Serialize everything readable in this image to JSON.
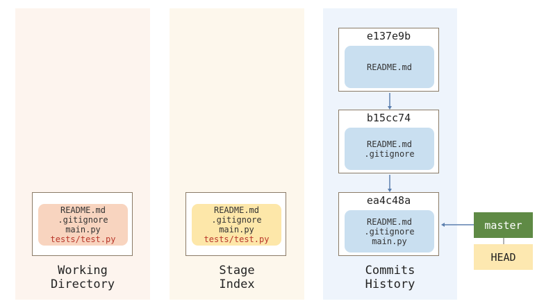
{
  "colors": {
    "working_bg": "#fdf4ee",
    "stage_bg": "#fdf7ec",
    "commits_bg": "#eef4fc",
    "working_files": "#f8d4bf",
    "stage_files": "#fde7a9",
    "commit_files": "#c9dff0",
    "master": "#5f8a45",
    "head": "#fde8b0",
    "new_file": "#b9372a"
  },
  "working": {
    "label": [
      "Working",
      "Directory"
    ],
    "files": [
      "README.md",
      ".gitignore",
      "main.py"
    ],
    "new_files": [
      "tests/test.py"
    ]
  },
  "stage": {
    "label": [
      "Stage",
      "Index"
    ],
    "files": [
      "README.md",
      ".gitignore",
      "main.py"
    ],
    "new_files": [
      "tests/test.py"
    ]
  },
  "commits": {
    "label": [
      "Commits",
      "History"
    ],
    "items": [
      {
        "hash": "e137e9b",
        "files": [
          "README.md"
        ]
      },
      {
        "hash": "b15cc74",
        "files": [
          "README.md",
          ".gitignore"
        ]
      },
      {
        "hash": "ea4c48a",
        "files": [
          "README.md",
          ".gitignore",
          "main.py"
        ]
      }
    ]
  },
  "refs": {
    "branch": "master",
    "head": "HEAD"
  }
}
